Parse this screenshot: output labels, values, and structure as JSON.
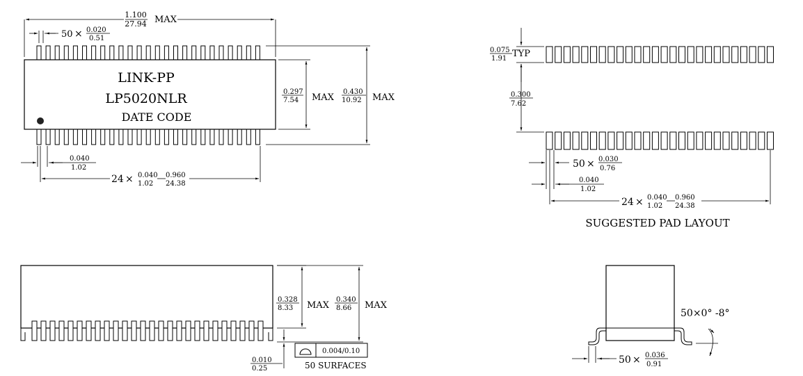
{
  "package_label": {
    "line1": "LINK-PP",
    "line2": "LP5020NLR",
    "line3": "DATE CODE"
  },
  "top_view": {
    "overall_length": {
      "inch": "1.100",
      "mm": "27.94",
      "suffix": "MAX"
    },
    "lead_width": {
      "count": "50",
      "inch": "0.020",
      "mm": "0.51"
    },
    "body_width": {
      "inch": "0.297",
      "mm": "7.54",
      "suffix": "MAX"
    },
    "overall_width": {
      "inch": "0.430",
      "mm": "10.92",
      "suffix": "MAX"
    },
    "pitch": {
      "inch": "0.040",
      "mm": "1.02"
    },
    "span": {
      "count": "24",
      "pitch_inch": "0.040",
      "pitch_mm": "1.02",
      "total_inch": "0.960",
      "total_mm": "24.38"
    }
  },
  "pad_layout": {
    "title": "SUGGESTED PAD LAYOUT",
    "pad_length": {
      "inch": "0.075",
      "mm": "1.91",
      "suffix": "TYP"
    },
    "row_gap": {
      "inch": "0.300",
      "mm": "7.62"
    },
    "pad_width": {
      "count": "50",
      "inch": "0.030",
      "mm": "0.76"
    },
    "pitch": {
      "inch": "0.040",
      "mm": "1.02"
    },
    "span": {
      "count": "24",
      "pitch_inch": "0.040",
      "pitch_mm": "1.02",
      "total_inch": "0.960",
      "total_mm": "24.38"
    }
  },
  "side_view": {
    "body_height": {
      "inch": "0.328",
      "mm": "8.33",
      "suffix": "MAX"
    },
    "overall_height": {
      "inch": "0.340",
      "mm": "8.66",
      "suffix": "MAX"
    },
    "standoff": {
      "inch": "0.010",
      "mm": "0.25"
    },
    "flatness": {
      "tolerance": "0.004/0.10",
      "note": "50 SURFACES"
    }
  },
  "end_view": {
    "angle": "50×0° -8°",
    "foot_length": {
      "count": "50",
      "inch": "0.036",
      "mm": "0.91"
    }
  },
  "symbols": {
    "times": "×"
  }
}
